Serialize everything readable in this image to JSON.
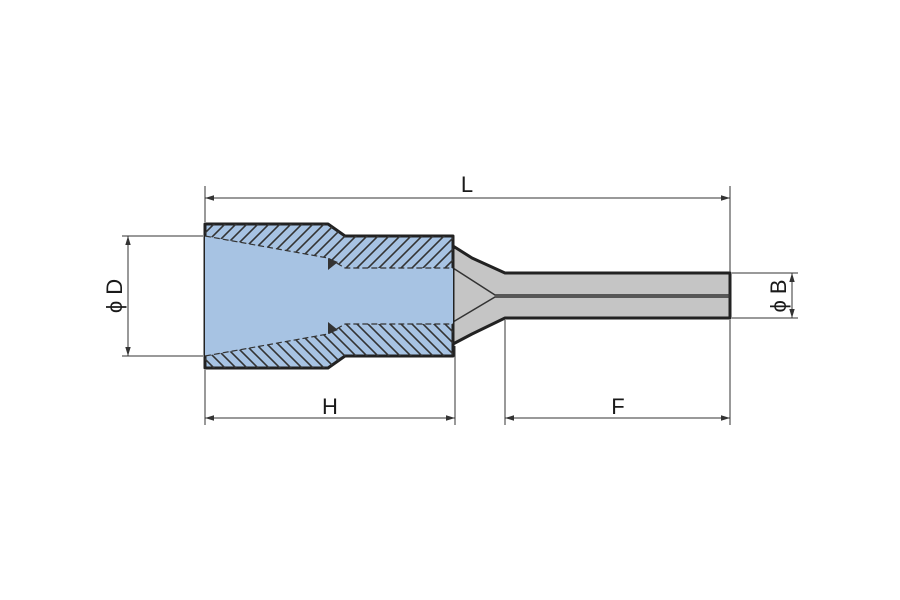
{
  "dimensions": {
    "L": "L",
    "H": "H",
    "F": "F",
    "D": "ϕ D",
    "B": "ϕ B"
  },
  "colors": {
    "insulation": "#a7c3e3",
    "metal": "#c5c5c5",
    "outline": "#222222",
    "hatch": "#333333",
    "dimension_line": "#333333"
  }
}
